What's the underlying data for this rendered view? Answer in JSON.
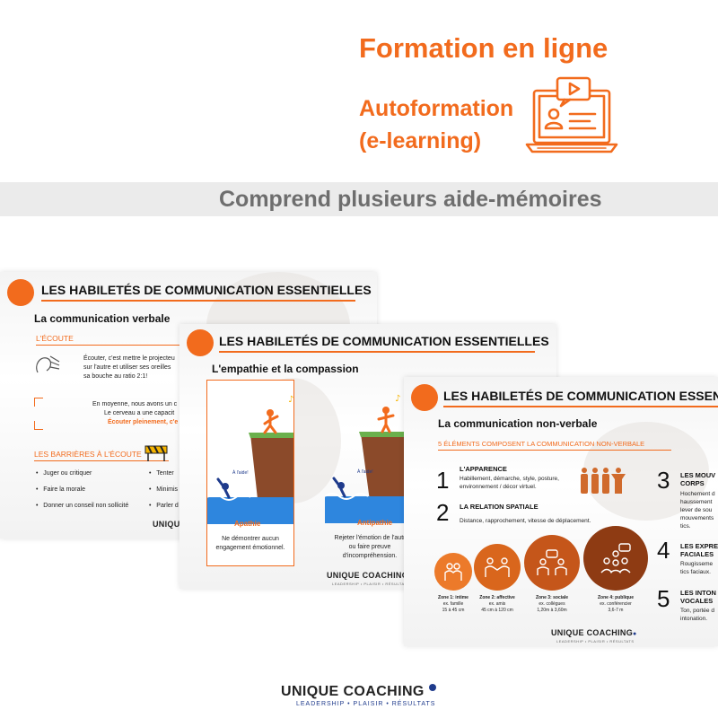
{
  "header": {
    "title": "Formation en ligne",
    "subtitle_line1": "Autoformation",
    "subtitle_line2": "(e-learning)",
    "icon": "elearning-laptop-icon"
  },
  "banner": {
    "text": "Comprend plusieurs aide-mémoires"
  },
  "slides": [
    {
      "title": "LES HABILETÉS DE COMMUNICATION ESSENTIELLES",
      "section": "La communication verbale",
      "subhead": "L'ÉCOUTE",
      "listen_text": [
        "Écouter, c'est mettre le projecteu",
        "sur l'autre et utiliser ses oreilles",
        "sa bouche au ratio 2:1!"
      ],
      "mid_text": [
        "En moyenne, nous avons un c",
        "Le cerveau a une capacit"
      ],
      "mid_highlight": "Écouter pleinement, c'e",
      "barriers_head": "LES BARRIÈRES À L'ÉCOUTE",
      "barriers_left": [
        "Juger ou critiquer",
        "Faire la morale",
        "Donner un conseil non sollicité"
      ],
      "barriers_right": [
        "Tenter",
        "Minimis",
        "Parler d"
      ],
      "logo": "UNIQUE"
    },
    {
      "title": "LES HABILETÉS DE COMMUNICATION ESSENTIELLES",
      "section": "L'empathie et la compassion",
      "left_caption": "Apathie",
      "left_desc": [
        "Ne démontrer aucun",
        "engagement émotionnel."
      ],
      "right_caption": "Antipathie",
      "right_desc": [
        "Rejeter l'émotion de l'autr",
        "ou faire preuve",
        "d'incompréhension."
      ],
      "help_label": "À l'aide!",
      "logo": "UNIQUE COACHING",
      "logo_tag": "LEADERSHIP • PLAISIR • RÉSULTATS"
    },
    {
      "title": "LES HABILETÉS DE COMMUNICATION ESSENT",
      "section": "La communication non-verbale",
      "subhead": "5 ÉLÉMENTS COMPOSENT LA COMMUNICATION NON-VERBALE",
      "items": [
        {
          "num": "1",
          "title": "L'APPARENCE",
          "desc": [
            "Habillement, démarche, style, posture,",
            "environnement / décor virtuel."
          ]
        },
        {
          "num": "2",
          "title": "LA RELATION SPATIALE",
          "desc": [
            "Distance, rapprochement, vitesse de déplacement."
          ]
        },
        {
          "num": "3",
          "title": "LES MOUV",
          "title2": "CORPS",
          "desc": [
            "Hochement d",
            "haussement",
            "lever de sou",
            "mouvements",
            "tics."
          ]
        },
        {
          "num": "4",
          "title": "LES EXPRE",
          "title2": "FACIALES",
          "desc": [
            "Rougisseme",
            "tics faciaux."
          ]
        },
        {
          "num": "5",
          "title": "LES INTON",
          "title2": "VOCALES",
          "desc": [
            "Ton, portée d",
            "intonation."
          ]
        }
      ],
      "zones": [
        {
          "name": "Zone 1: intime",
          "ex": "ex. famille",
          "dist": "15 à 45 cm"
        },
        {
          "name": "Zone 2: affective",
          "ex": "ex. amis",
          "dist": "45 cm à 120 cm"
        },
        {
          "name": "Zone 3: sociale",
          "ex": "ex. collègues",
          "dist": "1,20m à 3,60m"
        },
        {
          "name": "Zone 4: publique",
          "ex": "ex. conférencier",
          "dist": "3,6-7 m"
        }
      ],
      "logo": "UNIQUE COACHING",
      "logo_tag": "LEADERSHIP • PLAISIR • RÉSULTATS"
    }
  ],
  "footer": {
    "logo": "UNIQUE COACHING",
    "tagline": "LEADERSHIP • PLAISIR • RÉSULTATS"
  },
  "colors": {
    "accent": "#f26b1d",
    "brand_blue": "#1f3b8c",
    "banner_bg": "#ebebeb",
    "banner_text": "#6e6e6e"
  }
}
